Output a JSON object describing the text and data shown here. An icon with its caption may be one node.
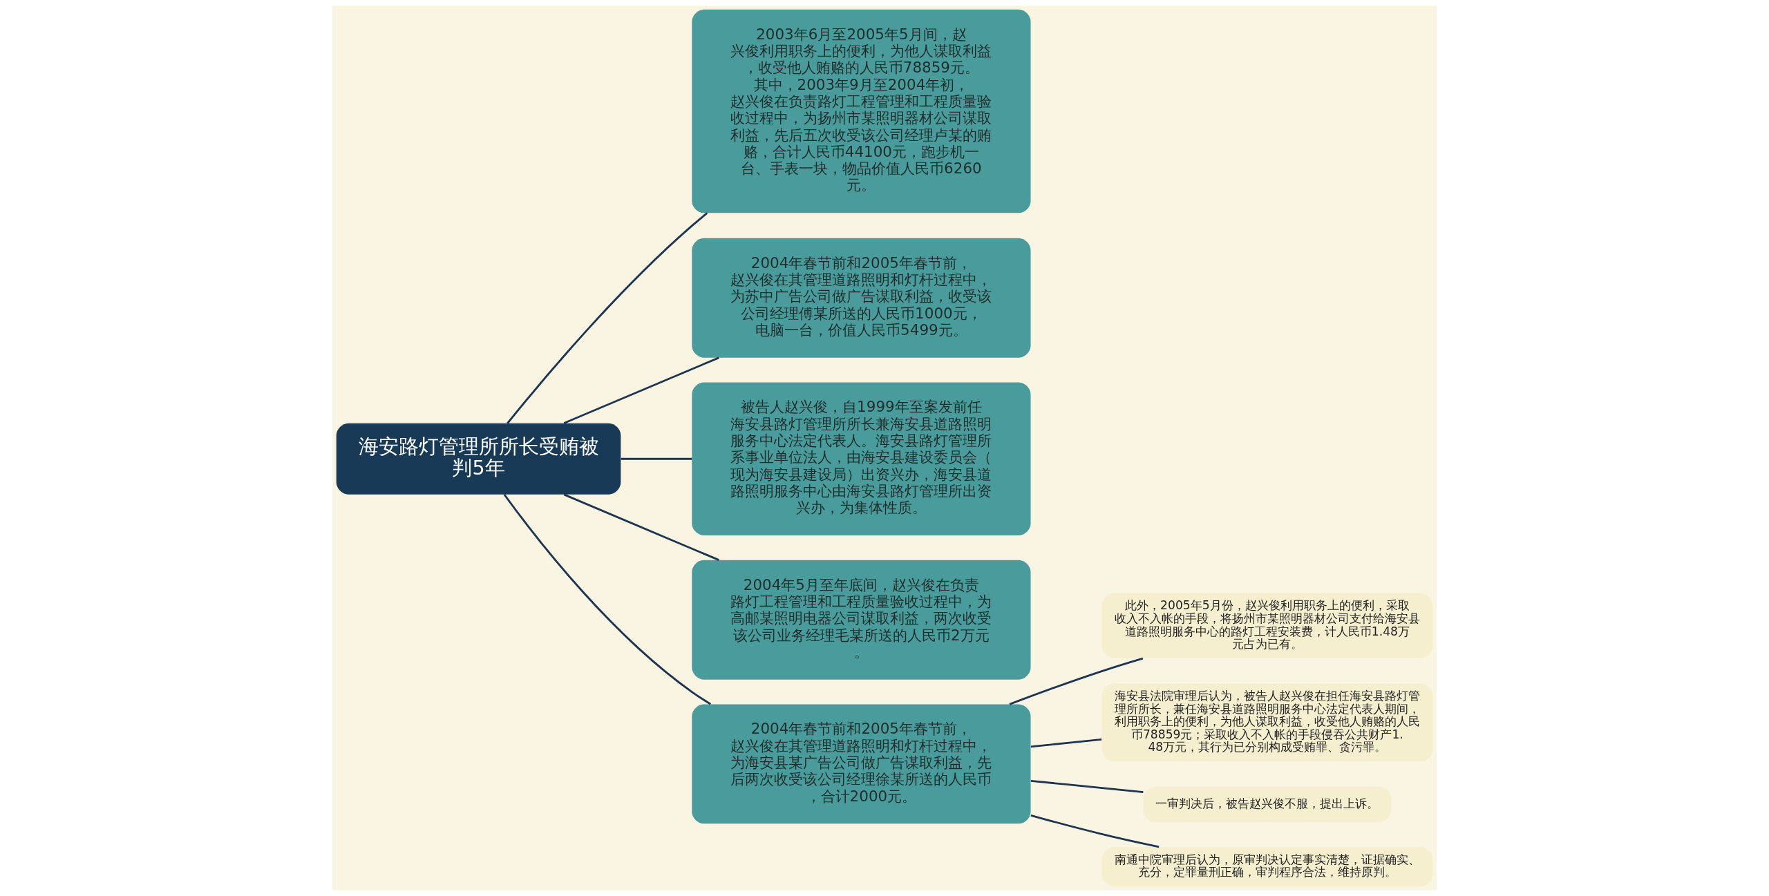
{
  "diagram": {
    "nodes": [
      {
        "text": [
          "海安路灯管理所所长受贿被判5年"
        ]
      },
      {
        "text": [
          "2003年6月至2005年5月间，赵兴俊利用职务上的便利，为他人谋取利益，收受他人贿赂的人民币78859元。其中，2003年9月至2004年初，赵兴俊在负责路灯工程管理和工程质量验收过程中，为扬州市某照明器材公司谋取利益，先后五次收受该公司经理卢某的贿赂，合计人民币44100元，跑步机一台、手表一块，物品价值人民币6260元。"
        ]
      },
      {
        "text": [
          "2004年春节前和2005年春节前，赵兴俊在其管理道路照明和灯杆过程中，为苏中广告公司做广告谋取利益，收受该公司经理傅某所送的人民币1000元，电脑一台，价值人民币5499元。"
        ]
      },
      {
        "text": [
          "被告人赵兴俊，自1999年至案发前任海安县路灯管理所所长兼海安县道路照明服务中心法定代表人。海安县路灯管理所系事业单位法人，由海安县建设委员会（现为海安县建设局）出资兴办，海安县道路照明服务中心由海安县路灯管理所出资兴办，为集体性质。"
        ]
      },
      {
        "text": [
          "2004年5月至年底间，赵兴俊在负责路灯工程管理和工程质量验收过程中，为高邮某照明电器公司谋取利益，两次收受该公司业务经理毛某所送的人民币2万元。"
        ]
      },
      {
        "text": [
          "2004年春节前和2005年春节前，赵兴俊在其管理道路照明和灯杆过程中，为海安县某广告公司做广告谋取利益，先后两次收受该公司经理徐某所送的人民币，合计2000元。"
        ]
      },
      {
        "text": [
          "此外，2005年5月份，赵兴俊利用职务上的便利，采取收入不入帐的手段，将扬州市某照明器材公司支付给海安县道路照明服务中心的路灯工程安装费，计人民币1.48万元占为已有。"
        ]
      },
      {
        "text": [
          "海安县法院审理后认为，被告人赵兴俊在担任海安县路灯管理所所长，兼任海安县道路照明服务中心法定代表人期间，利用职务上的便利，为他人谋取利益，收受他人贿赂的人民币78859元；采取收入不入帐的手段侵吞公共财产1.48万元，其行为已分别构成受贿罪、贪污罪。"
        ]
      },
      {
        "text": [
          "一审判决后，被告赵兴俊不服，提出上诉。"
        ]
      },
      {
        "text": [
          "南通中院审理后认为，原审判决认定事实清楚，证据确实、充分，定罪量刑正确，审判程序合法，维持原判。"
        ]
      }
    ],
    "edges": [
      {
        "from": 0,
        "to": 1,
        "arrow": "none"
      },
      {
        "from": 0,
        "to": 2,
        "arrow": "none"
      },
      {
        "from": 0,
        "to": 3,
        "arrow": "none"
      },
      {
        "from": 0,
        "to": 4,
        "arrow": "none"
      },
      {
        "from": 0,
        "to": 5,
        "arrow": "none"
      },
      {
        "from": 5,
        "to": 6,
        "arrow": "none"
      },
      {
        "from": 5,
        "to": 7,
        "arrow": "none"
      },
      {
        "from": 5,
        "to": 8,
        "arrow": "none"
      },
      {
        "from": 5,
        "to": 9,
        "arrow": "none"
      }
    ]
  }
}
